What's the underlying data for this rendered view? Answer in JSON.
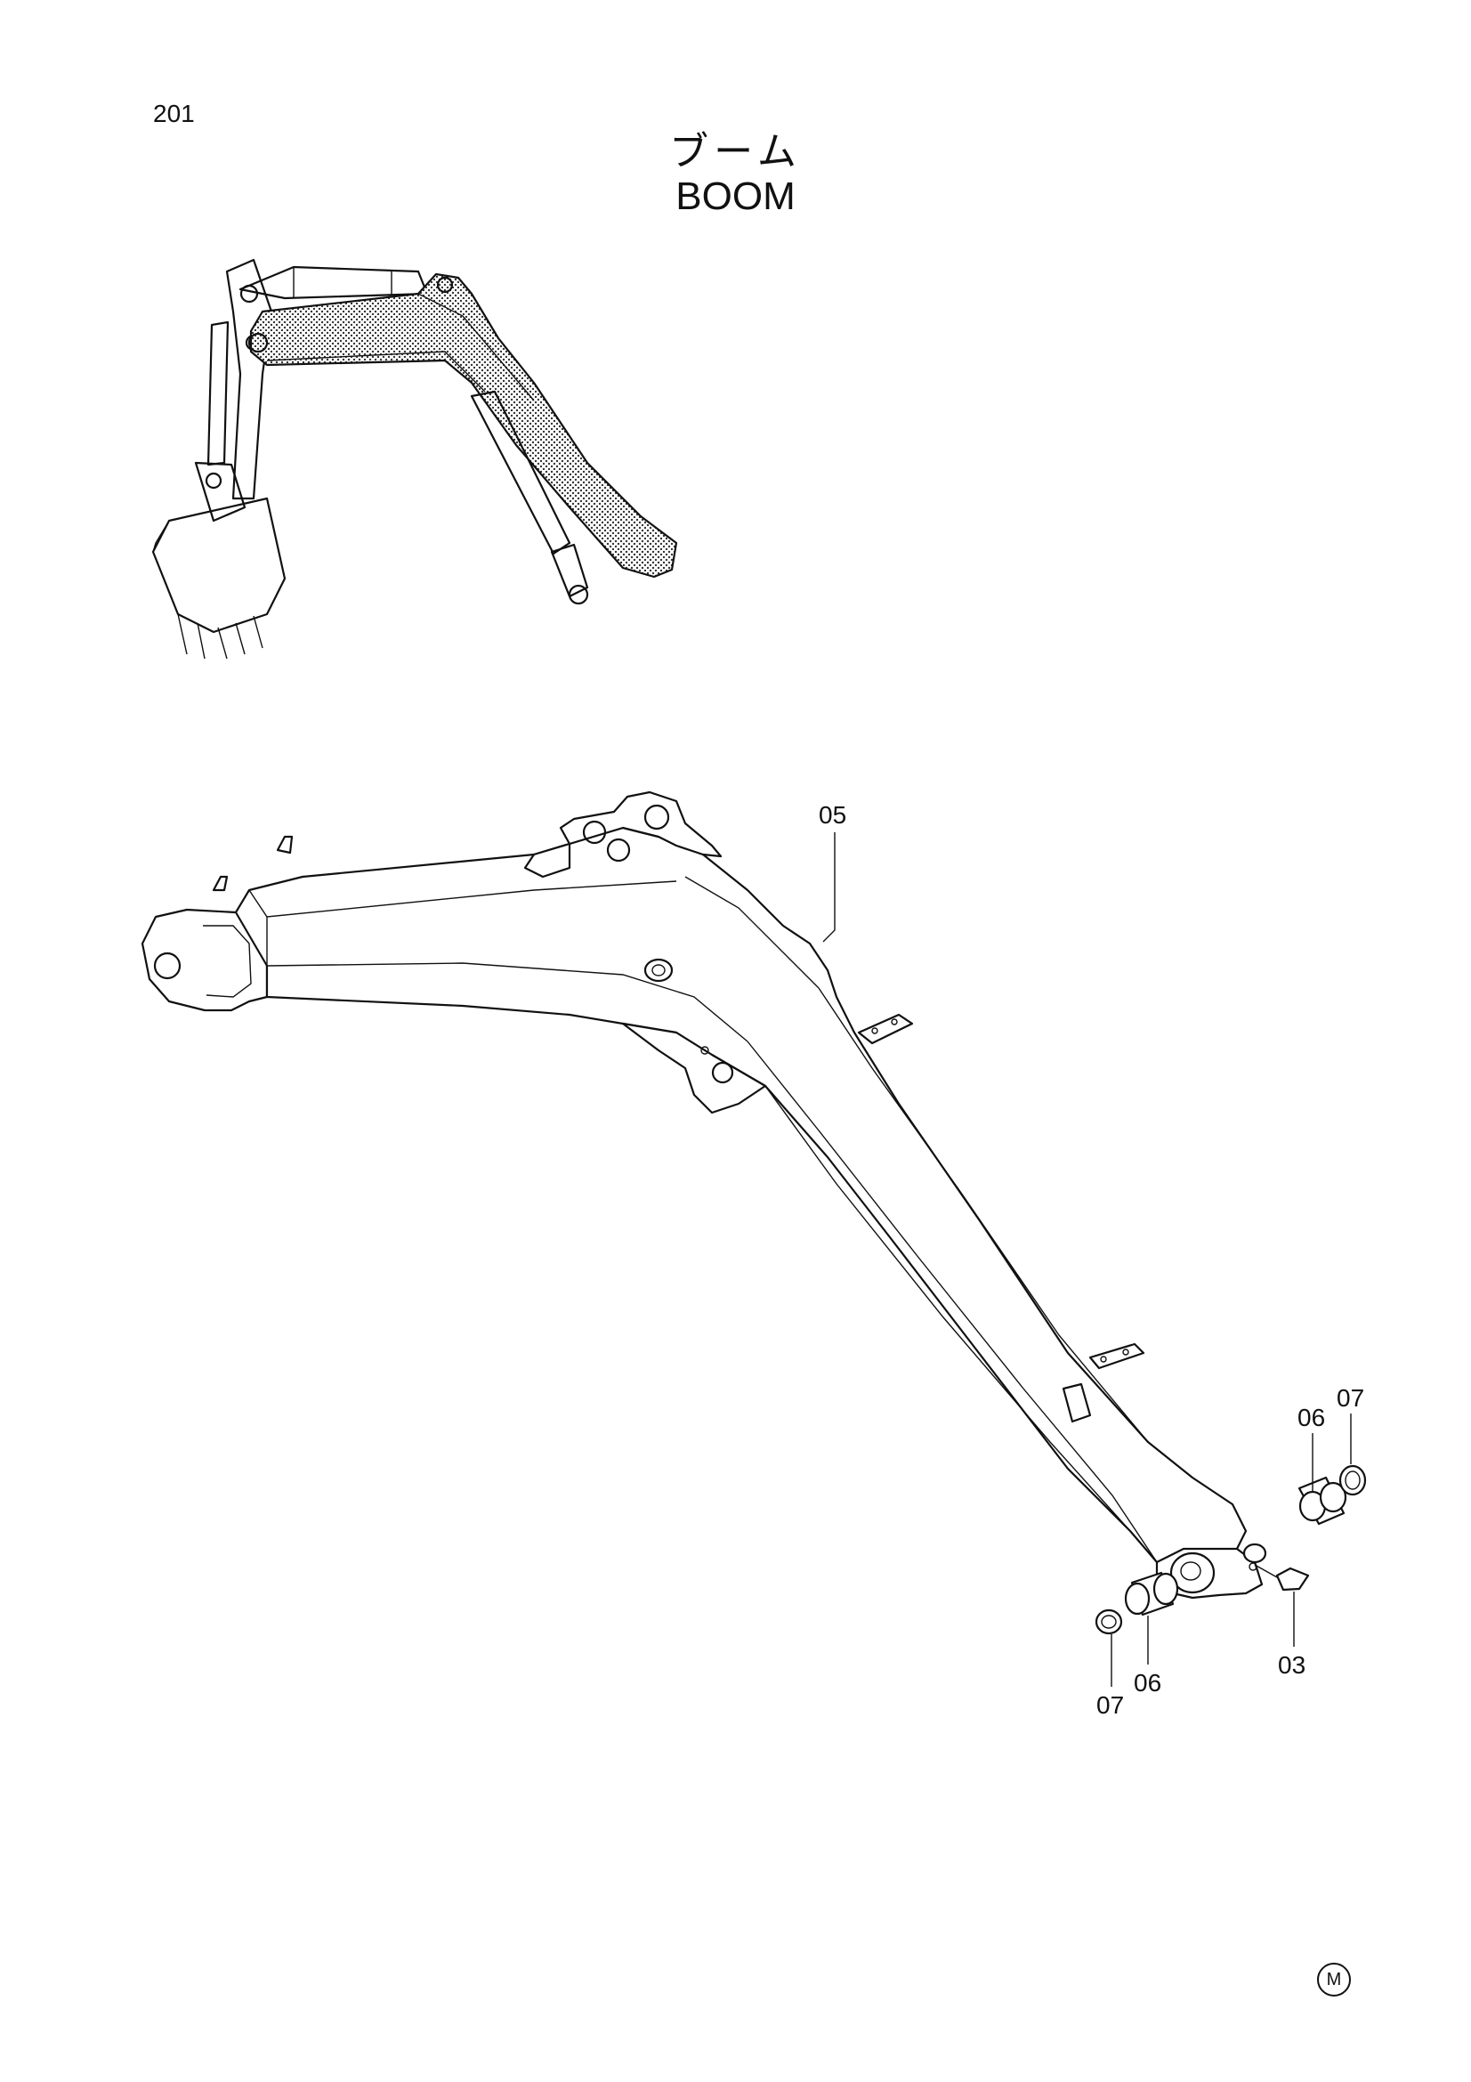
{
  "page_number": "201",
  "title_ja": "ブーム",
  "title_en": "BOOM",
  "callouts": [
    {
      "id": "05",
      "label": "05"
    },
    {
      "id": "07-right",
      "label": "07"
    },
    {
      "id": "06-right",
      "label": "06"
    },
    {
      "id": "03",
      "label": "03"
    },
    {
      "id": "06-bottom",
      "label": "06"
    },
    {
      "id": "07-bottom",
      "label": "07"
    }
  ],
  "mark": "M"
}
